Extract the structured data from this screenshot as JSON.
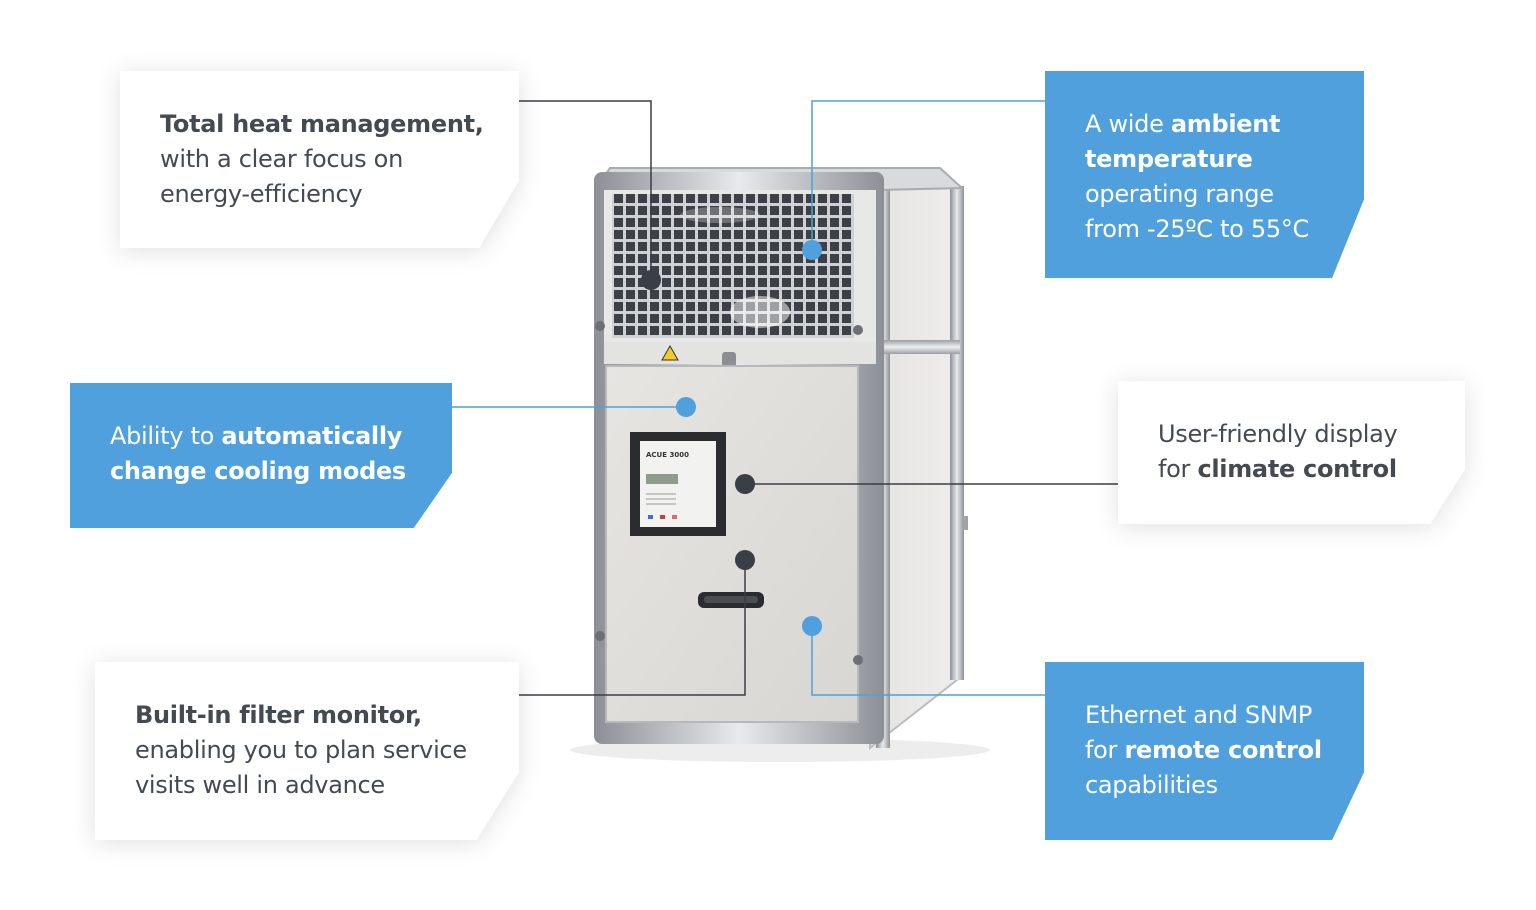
{
  "callouts": {
    "heat": {
      "l1_bold": "Total heat management,",
      "l2": "with a clear focus on",
      "l3": "energy-efficiency"
    },
    "ambient": {
      "l1_pre": "A wide ",
      "l1_bold": "ambient",
      "l2_bold": "temperature",
      "l3": "operating range",
      "l4": "from -25ºC to 55°C"
    },
    "cooling": {
      "l1_pre": "Ability to ",
      "l1_bold": "automatically",
      "l2_bold": "change cooling modes"
    },
    "display": {
      "l1": "User-friendly display",
      "l2_pre": "for ",
      "l2_bold": "climate control"
    },
    "filter": {
      "l1_bold": "Built-in filter monitor,",
      "l2": "enabling you to plan service",
      "l3": "visits well in advance"
    },
    "ethernet": {
      "l1": "Ethernet and SNMP",
      "l2_pre": "for ",
      "l2_bold": "remote control",
      "l3": "capabilities"
    }
  },
  "device": {
    "display_label": "ACUE 3000"
  },
  "colors": {
    "accent_blue": "#4fa0dc",
    "dark_dot": "#3a3e45",
    "text_gray": "#444a52"
  }
}
